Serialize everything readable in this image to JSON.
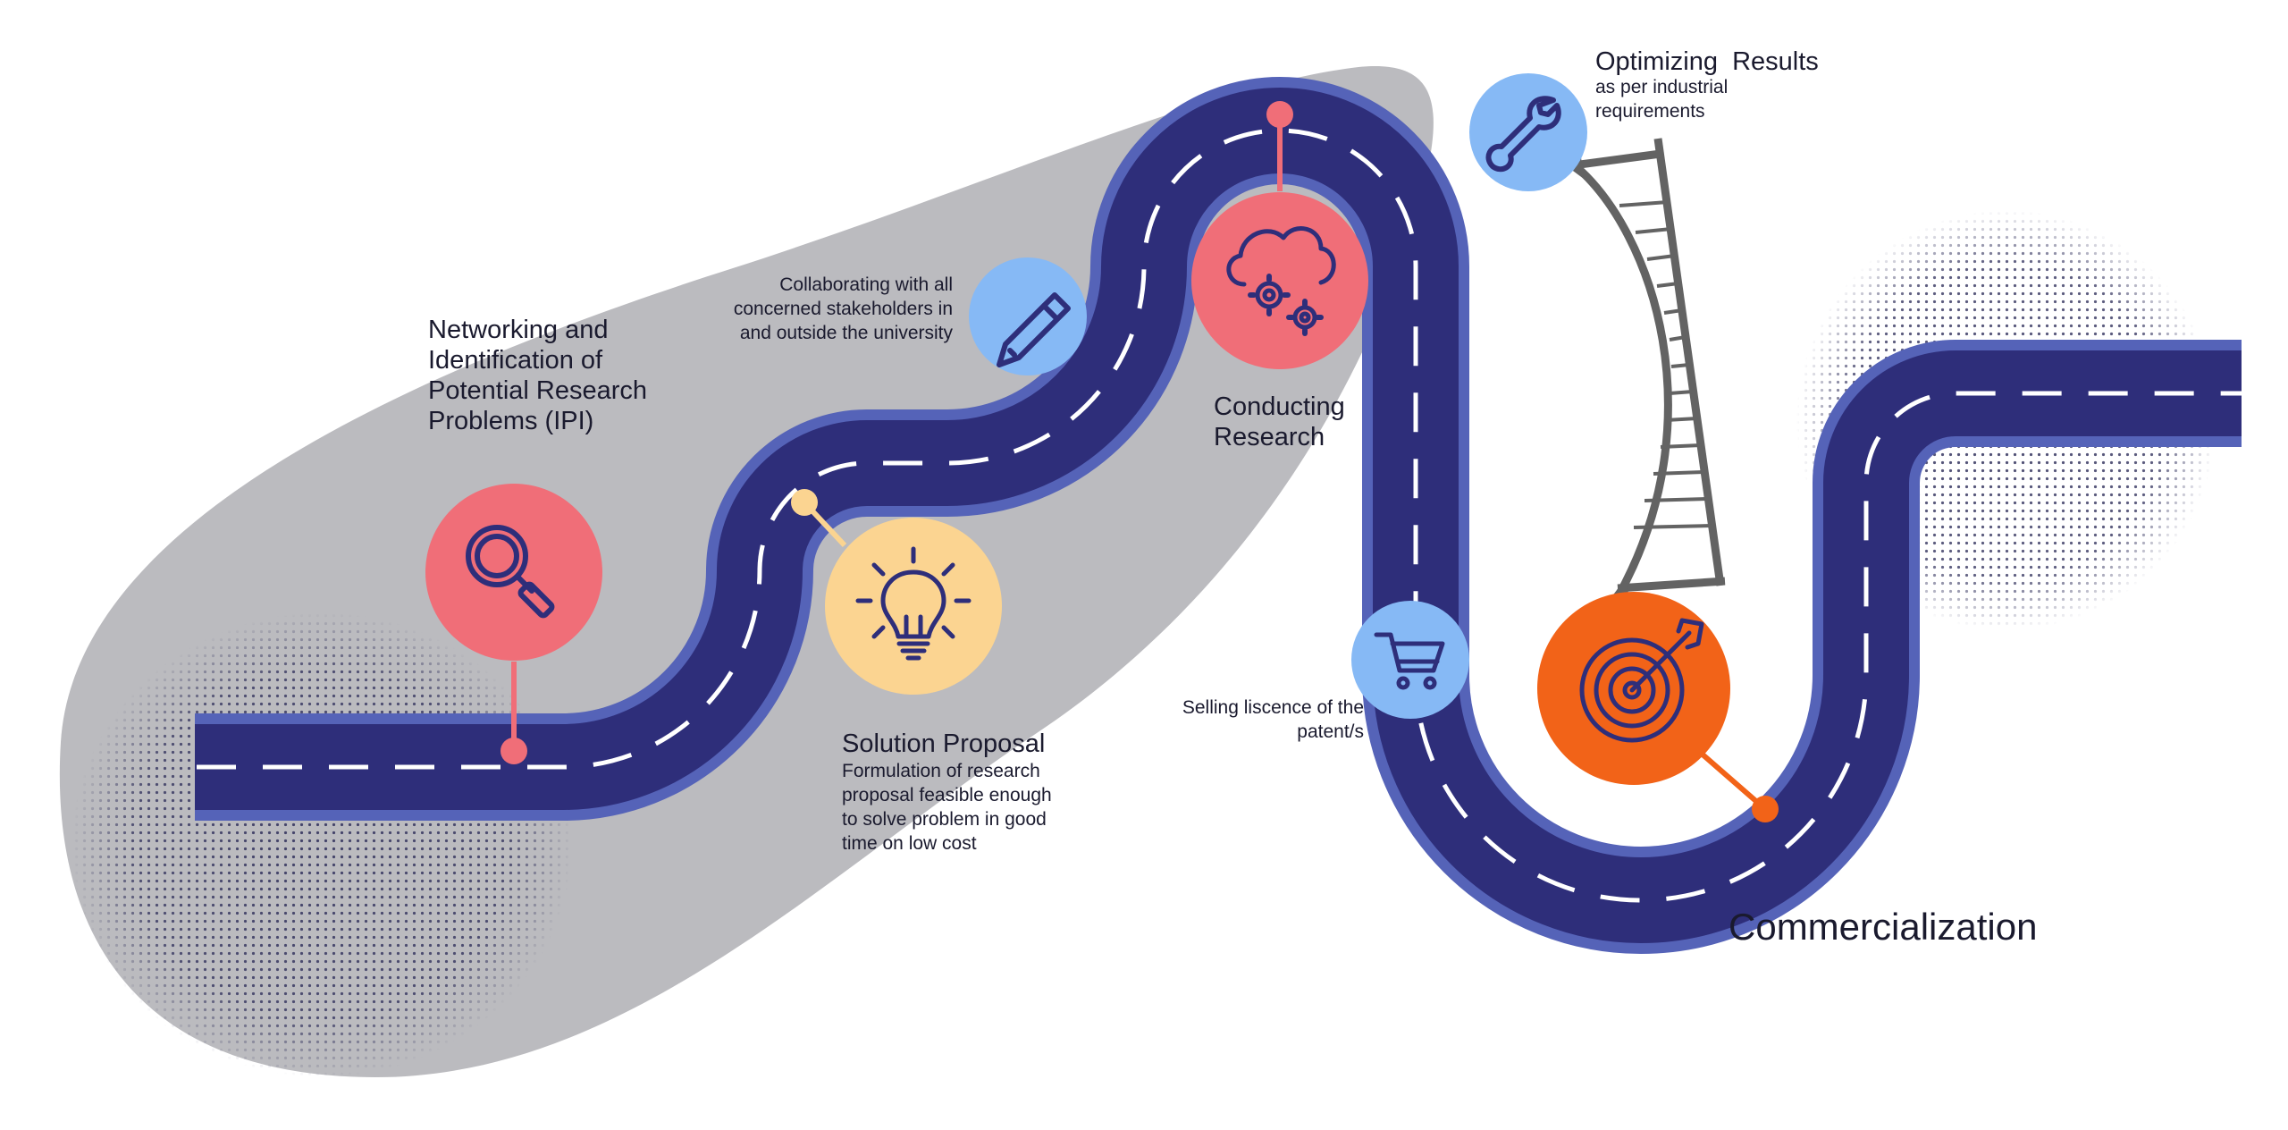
{
  "colors": {
    "road": "#2e2e7a",
    "road_edge": "#5563b8",
    "dash": "#ffffff",
    "blob": "#bbbbbf",
    "pink": "#f06e78",
    "blue": "#86b9f5",
    "yellow": "#fbd491",
    "orange": "#f26318",
    "icon": "#2e2e7a",
    "ladder": "#636363"
  },
  "stages": {
    "networking": {
      "title": "Networking and\nIdentification of\nPotential Research\nProblems (IPI)",
      "icon": "magnifier-icon"
    },
    "collaborating": {
      "text": "Collaborating with all\nconcerned stakeholders in\nand outside the university",
      "icon": "pencil-icon"
    },
    "solution": {
      "title": "Solution Proposal",
      "text": "Formulation of research\nproposal feasible enough\nto solve problem in good\ntime on low cost",
      "icon": "lightbulb-icon"
    },
    "conducting": {
      "title": "Conducting\nResearch",
      "icon": "cloud-gears-icon"
    },
    "optimizing": {
      "title": "Optimizing  Results",
      "text": "as per industrial\nrequirements",
      "icon": "wrench-icon"
    },
    "selling": {
      "text": "Selling liscence of the\npatent/s",
      "icon": "cart-icon"
    },
    "commercialization": {
      "title": "Commercialization",
      "icon": "target-icon"
    }
  }
}
